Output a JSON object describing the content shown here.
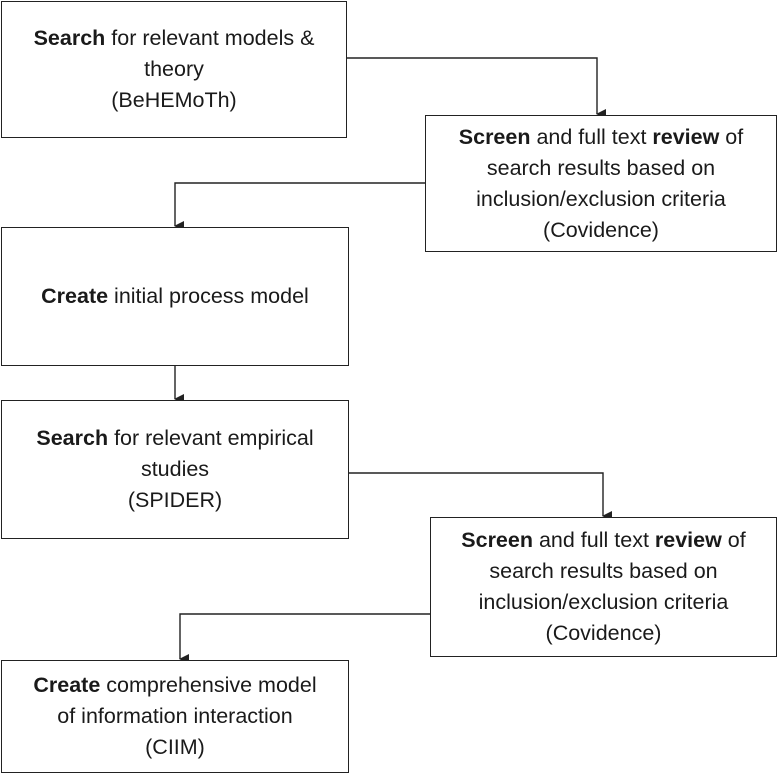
{
  "steps": [
    {
      "bold": "Search",
      "text": " for relevant models &",
      "line2": "theory",
      "line3": "(BeHEMoTh)"
    },
    {
      "bold": "Screen",
      "text": " and full text ",
      "bold2": "review",
      "text2": " of",
      "line2": "search results based on",
      "line3": "inclusion/exclusion criteria",
      "line4": "(Covidence)"
    },
    {
      "bold": "Create",
      "text": " initial process model"
    },
    {
      "bold": "Search",
      "text": " for relevant empirical",
      "line2": "studies",
      "line3": "(SPIDER)"
    },
    {
      "bold": "Screen",
      "text": " and full text ",
      "bold2": "review",
      "text2": " of",
      "line2": "search results based on",
      "line3": "inclusion/exclusion criteria",
      "line4": "(Covidence)"
    },
    {
      "bold": "Create",
      "text": " comprehensive model",
      "line2": "of information interaction",
      "line3": "(CIIM)"
    }
  ]
}
